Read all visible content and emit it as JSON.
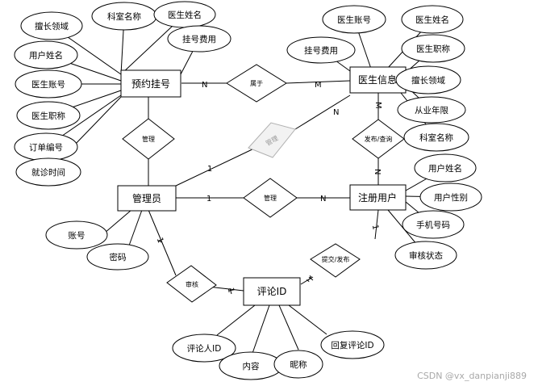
{
  "entities": {
    "appointment": "预约挂号",
    "doctor_info": "医生信息",
    "admin": "管理员",
    "registered_user": "注册用户",
    "comment": "评论ID"
  },
  "appointment_attrs": {
    "field": "擅长领域",
    "dept": "科室名称",
    "doc_name": "医生姓名",
    "fee": "挂号费用",
    "user_name": "用户姓名",
    "doc_account": "医生账号",
    "doc_title": "医生职称",
    "order_no": "订单编号",
    "visit_time": "就诊时间"
  },
  "doctor_attrs": {
    "doc_account": "医生账号",
    "doc_name": "医生姓名",
    "fee": "挂号费用",
    "doc_title": "医生职称",
    "field": "擅长领域",
    "years": "从业年限",
    "dept": "科室名称"
  },
  "admin_attrs": {
    "account": "账号",
    "password": "密码"
  },
  "user_attrs": {
    "user_name": "用户姓名",
    "gender": "用户性别",
    "phone": "手机号码",
    "review_status": "审核状态"
  },
  "comment_attrs": {
    "commenter_id": "评论人ID",
    "content": "内容",
    "nickname": "昵称",
    "reply_id": "回复评论ID"
  },
  "relationships": {
    "belongs_to": "属于",
    "manage_appointment": "管理",
    "manage_doctor": "管理",
    "manage_user": "管理",
    "publish_query": "发布/查询",
    "submit_publish": "提交/发布",
    "review": "审核"
  },
  "cardinality": {
    "appt_rel_n": "N",
    "rel_doc_m": "M",
    "doc_mgr_n": "N",
    "mgr_doc_1": "1",
    "admin_user_1": "1",
    "admin_user_n": "N",
    "doc_pub_m": "M",
    "pub_user_n": "N",
    "admin_review_1": "1",
    "review_comment_1": "1",
    "user_submit_1": "1",
    "submit_comment_1": "1"
  },
  "watermark": "CSDN @vx_danpianji889",
  "colors": {
    "stroke": "#000000",
    "fill": "#ffffff",
    "faded": "#b0b0b0",
    "faded_fill": "#f2f2f2"
  }
}
